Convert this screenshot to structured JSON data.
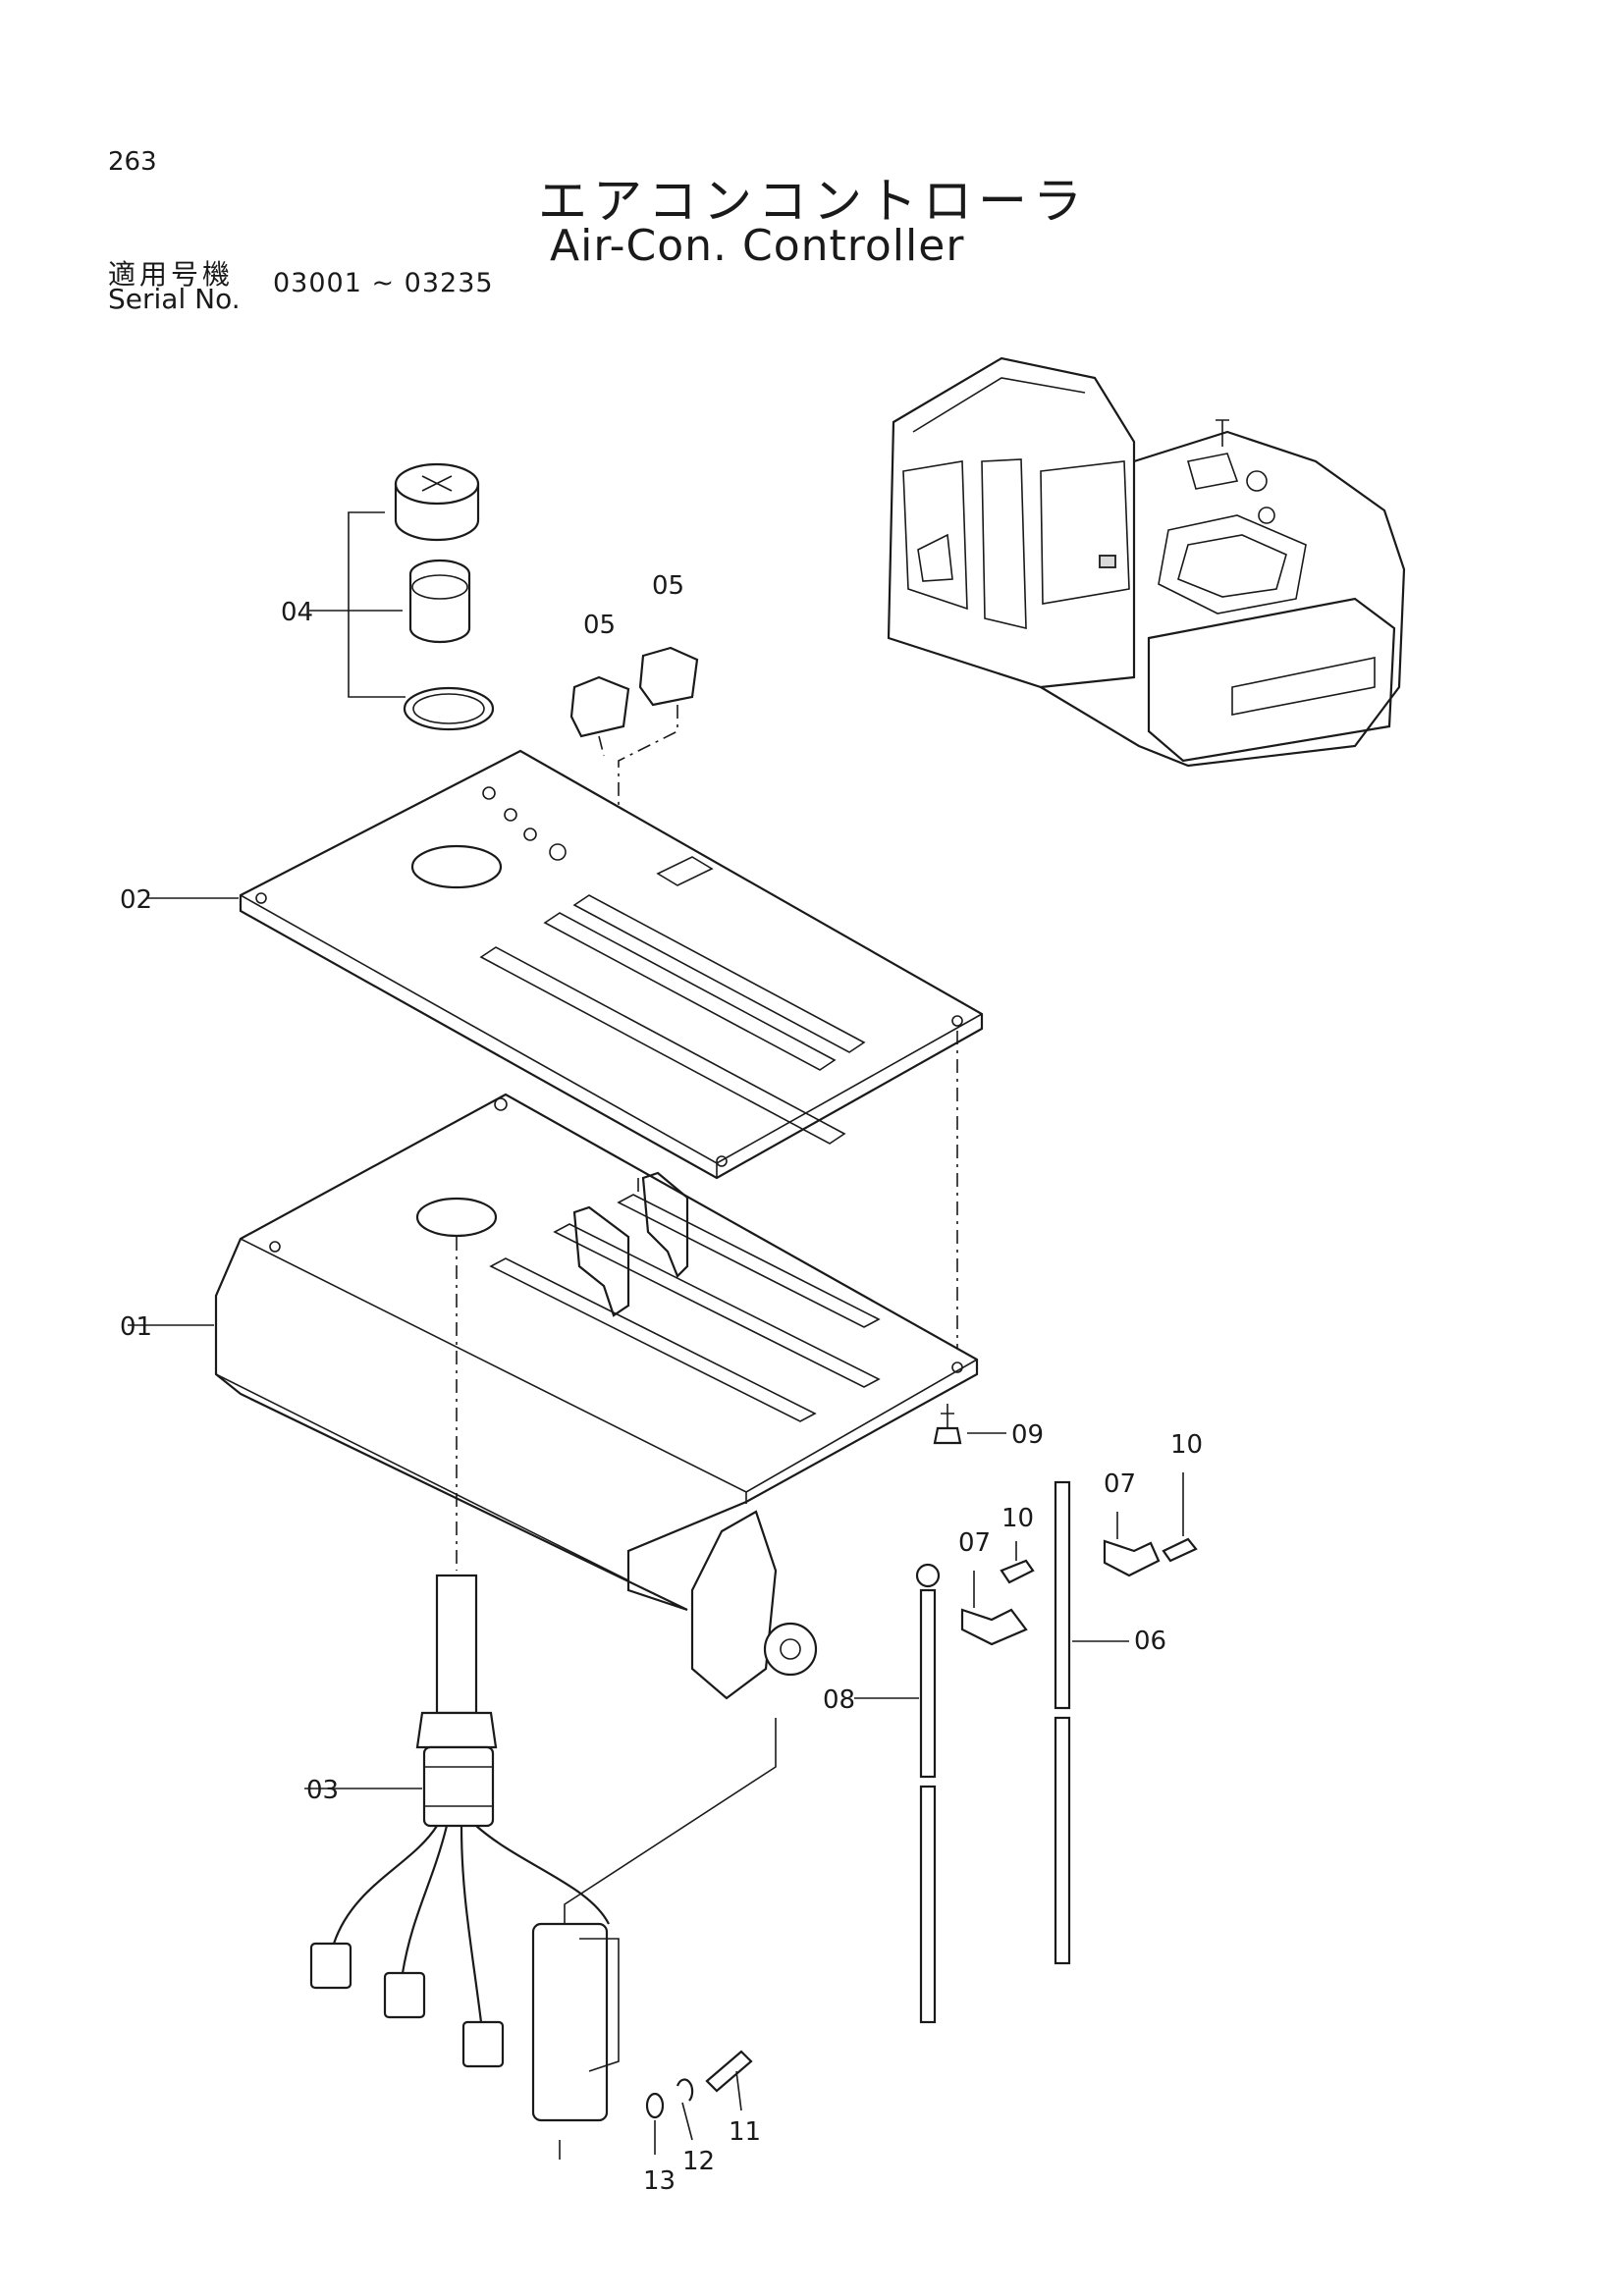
{
  "header": {
    "page_number": "263",
    "title_jp": "エアコンコントローラ",
    "title_en": "Air-Con. Controller",
    "serial_label_jp": "適用号機",
    "serial_label_en": "Serial No.",
    "serial_range": "03001 ~ 03235"
  },
  "callouts": {
    "p01": "01",
    "p02": "02",
    "p03": "03",
    "p04": "04",
    "p05a": "05",
    "p05b": "05",
    "p06": "06",
    "p07a": "07",
    "p07b": "07",
    "p08": "08",
    "p09": "09",
    "p10a": "10",
    "p10b": "10",
    "p11": "11",
    "p12": "12",
    "p13": "13"
  }
}
